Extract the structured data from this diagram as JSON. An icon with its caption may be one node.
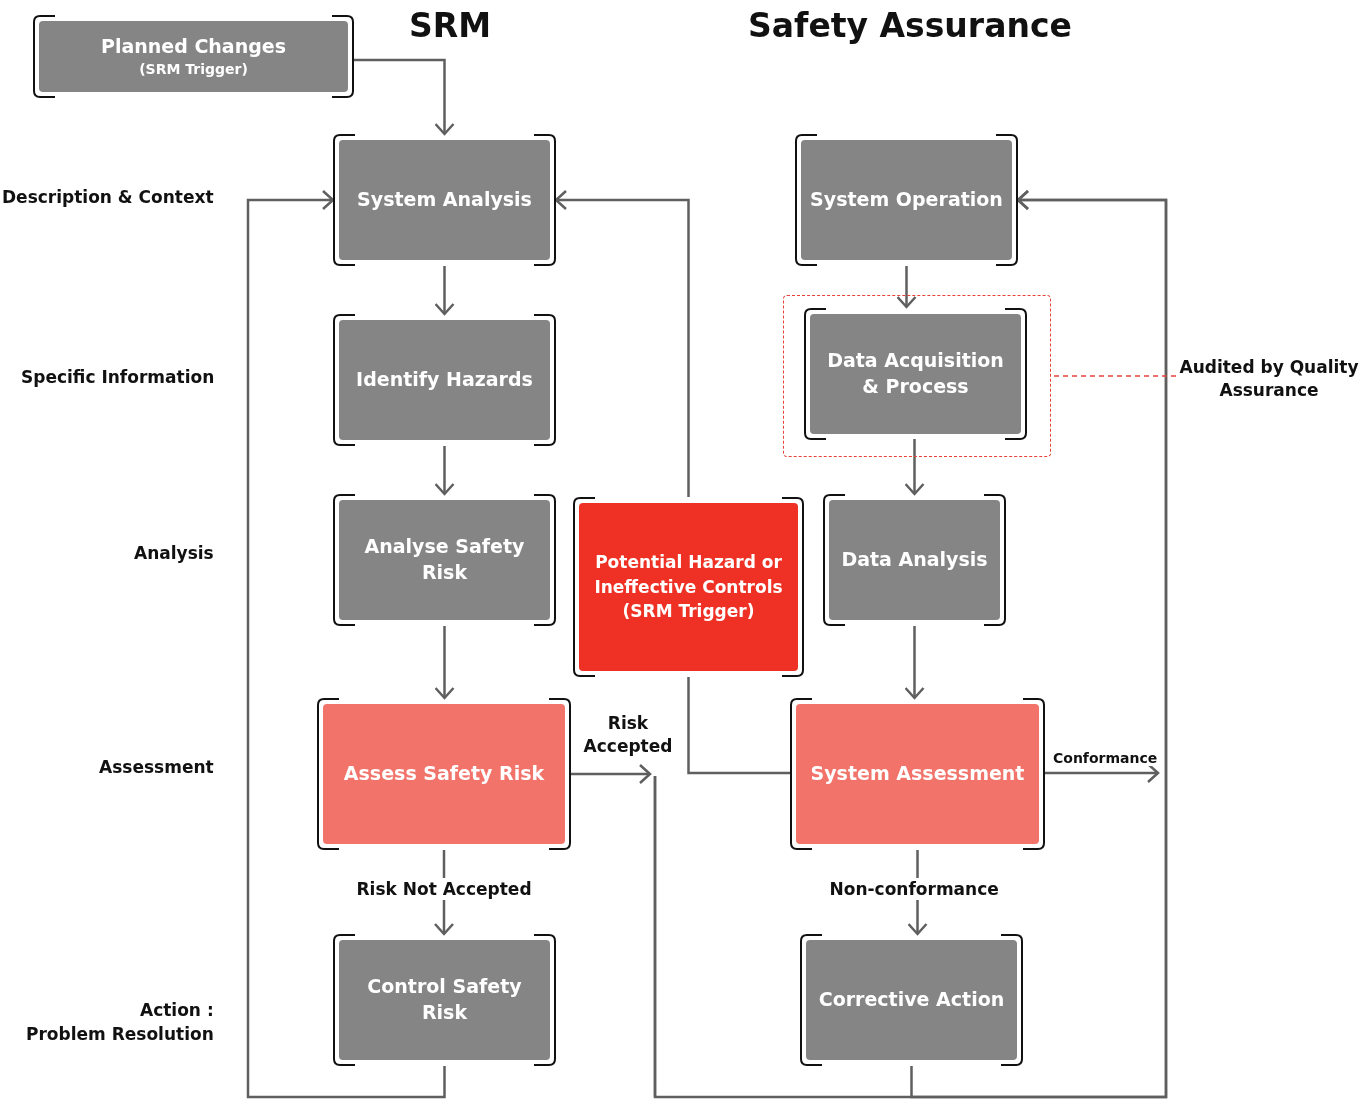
{
  "diagram": {
    "nodes": [
      {
        "text": [
          "Planned Changes",
          "(SRM Trigger)"
        ]
      },
      {
        "text": [
          "System Analysis"
        ]
      },
      {
        "text": [
          "Identify Hazards"
        ]
      },
      {
        "text": [
          "Analyse Safety Risk"
        ]
      },
      {
        "text": [
          "Assess Safety Risk"
        ]
      },
      {
        "text": [
          "Control Safety Risk"
        ]
      },
      {
        "text": [
          "Potential Hazard or Ineffective Controls (SRM Trigger)"
        ]
      },
      {
        "text": [
          "System Operation"
        ]
      },
      {
        "text": [],
        "shape": "box"
      },
      {
        "text": [
          "Data Acquisition & Process"
        ],
        "in": 8
      },
      {
        "text": [
          "Data Analysis"
        ]
      },
      {
        "text": [
          "System Assessment"
        ]
      },
      {
        "text": [
          "Corrective Action"
        ]
      },
      {
        "text": [
          "Audited by Quality Assurance"
        ]
      }
    ],
    "edges": [
      {
        "from": 0,
        "to": 1,
        "arrow": "to"
      },
      {
        "from": 1,
        "to": 2,
        "arrow": "to"
      },
      {
        "from": 2,
        "to": 3,
        "arrow": "to"
      },
      {
        "from": 3,
        "to": 4,
        "arrow": "to"
      },
      {
        "from": 4,
        "to": 5,
        "arrow": "to",
        "label": "Risk Not Accepted"
      },
      {
        "from": 4,
        "to": null,
        "arrow": "to",
        "label": "Risk Accepted"
      },
      {
        "from": 5,
        "to": 1,
        "arrow": "to"
      },
      {
        "from": 11,
        "to": 6,
        "arrow": "none"
      },
      {
        "from": 6,
        "to": 1,
        "arrow": "to"
      },
      {
        "from": 7,
        "to": 9,
        "arrow": "to"
      },
      {
        "from": 9,
        "to": 10,
        "arrow": "to"
      },
      {
        "from": 10,
        "to": 11,
        "arrow": "to"
      },
      {
        "from": 11,
        "to": 12,
        "arrow": "to",
        "label": "Non-conformance"
      },
      {
        "from": 11,
        "to": null,
        "arrow": "to",
        "label": "Conformance"
      },
      {
        "from": 12,
        "to": 7,
        "arrow": "to"
      },
      {
        "from": null,
        "to": 7,
        "arrow": "to"
      },
      {
        "from": 13,
        "to": 8,
        "arrow": "none",
        "style": "dashed",
        "color": "#e8413a"
      }
    ],
    "labels": [
      "SRM",
      "Safety Assurance",
      "Description & Context",
      "Specific Information",
      "Analysis",
      "Assessment",
      "Action :",
      "Problem Resolution"
    ]
  }
}
